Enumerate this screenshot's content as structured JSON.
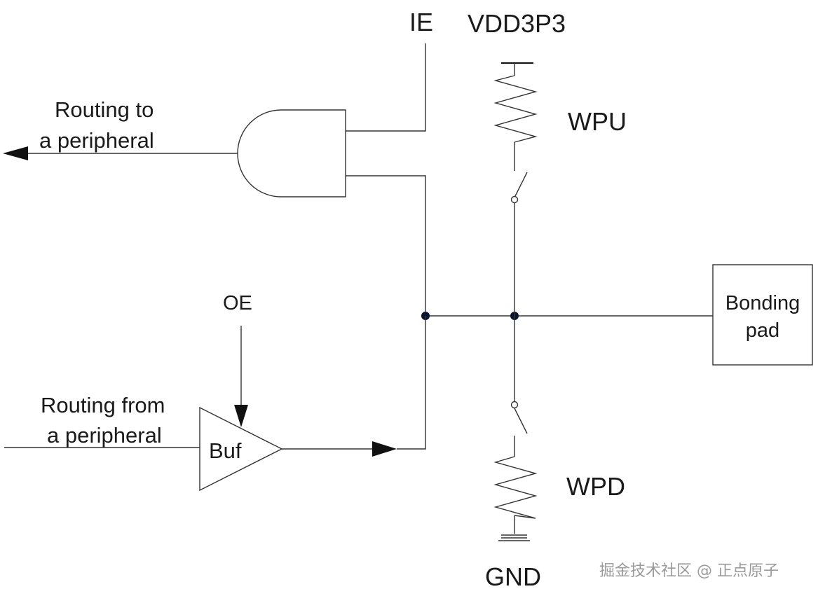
{
  "labels": {
    "ie": "IE",
    "vdd": "VDD3P3",
    "wpu": "WPU",
    "routing_to_line1": "Routing to",
    "routing_to_line2": "a peripheral",
    "oe": "OE",
    "routing_from_line1": "Routing from",
    "routing_from_line2": "a peripheral",
    "buf": "Buf",
    "bonding_line1": "Bonding",
    "bonding_line2": "pad",
    "wpd": "WPD",
    "gnd": "GND"
  },
  "watermark": "掘金技术社区 @ 正点原子",
  "colors": {
    "line": "#333333",
    "junction_dot": "#0a1530",
    "text": "#1a1a1a",
    "watermark": "#9a9a9a"
  }
}
